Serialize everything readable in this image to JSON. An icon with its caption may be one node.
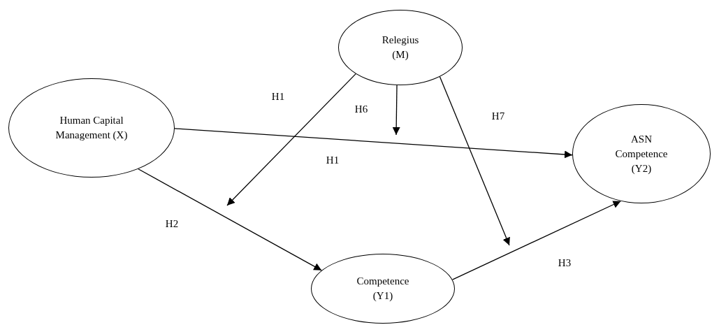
{
  "diagram": {
    "nodes": [
      {
        "text": [
          "Relegius (M)"
        ]
      },
      {
        "text": [
          "Human Capital Management (X)"
        ]
      },
      {
        "text": [
          "ASN Competence (Y2)"
        ]
      },
      {
        "text": [
          "Competence (Y1)"
        ]
      }
    ],
    "edges": [
      {
        "from": 1,
        "to": 2,
        "arrow": "to",
        "label": "H1"
      },
      {
        "from": 0,
        "to": null,
        "arrow": "to",
        "label": "H1"
      },
      {
        "from": 0,
        "to": null,
        "arrow": "to",
        "label": "H6"
      },
      {
        "from": 0,
        "to": null,
        "arrow": "to",
        "label": "H7"
      },
      {
        "from": 1,
        "to": 3,
        "arrow": "to",
        "label": "H2"
      },
      {
        "from": 3,
        "to": 2,
        "arrow": "to",
        "label": "H3"
      }
    ]
  }
}
